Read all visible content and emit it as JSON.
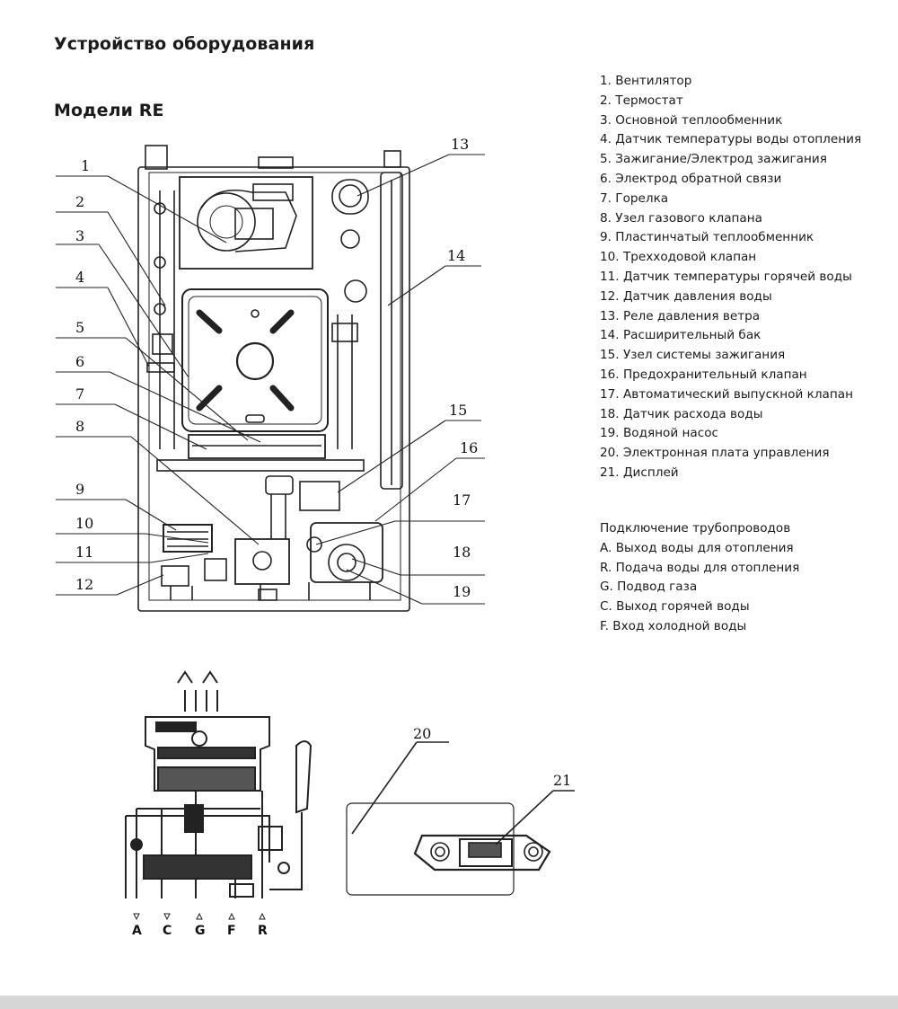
{
  "title": "Устройство оборудования",
  "subtitle": "Модели RE",
  "parts_legend": [
    "1. Вентилятор",
    "2. Термостат",
    "3. Основной теплообменник",
    "4. Датчик температуры воды отопления",
    "5. Зажигание/Электрод зажигания",
    "6. Электрод обратной связи",
    "7. Горелка",
    "8. Узел газового клапана",
    "9. Пластинчатый теплообменник",
    "10. Трехходовой клапан",
    "11. Датчик температуры горячей воды",
    "12. Датчик давления воды",
    "13. Реле давления ветра",
    "14. Расширительный бак",
    "15. Узел системы зажигания",
    "16. Предохранительный клапан",
    "17. Автоматический выпускной клапан",
    "18. Датчик расхода воды",
    "19. Водяной насос",
    "20. Электронная плата управления",
    "21. Дисплей"
  ],
  "pipes_legend": {
    "heading": "Подключение трубопроводов",
    "items": [
      "A. Выход воды для отопления",
      "R. Подача воды для отопления",
      "G. Подвод газа",
      "C. Выход горячей воды",
      "F. Вход холодной воды"
    ]
  },
  "callouts_left": [
    "1",
    "2",
    "3",
    "4",
    "5",
    "6",
    "7",
    "8",
    "9",
    "10",
    "11",
    "12"
  ],
  "callouts_right": [
    "13",
    "14",
    "15",
    "16",
    "17",
    "18",
    "19"
  ],
  "callouts_panel": [
    "20",
    "21"
  ],
  "connections": [
    "A",
    "C",
    "G",
    "F",
    "R"
  ]
}
